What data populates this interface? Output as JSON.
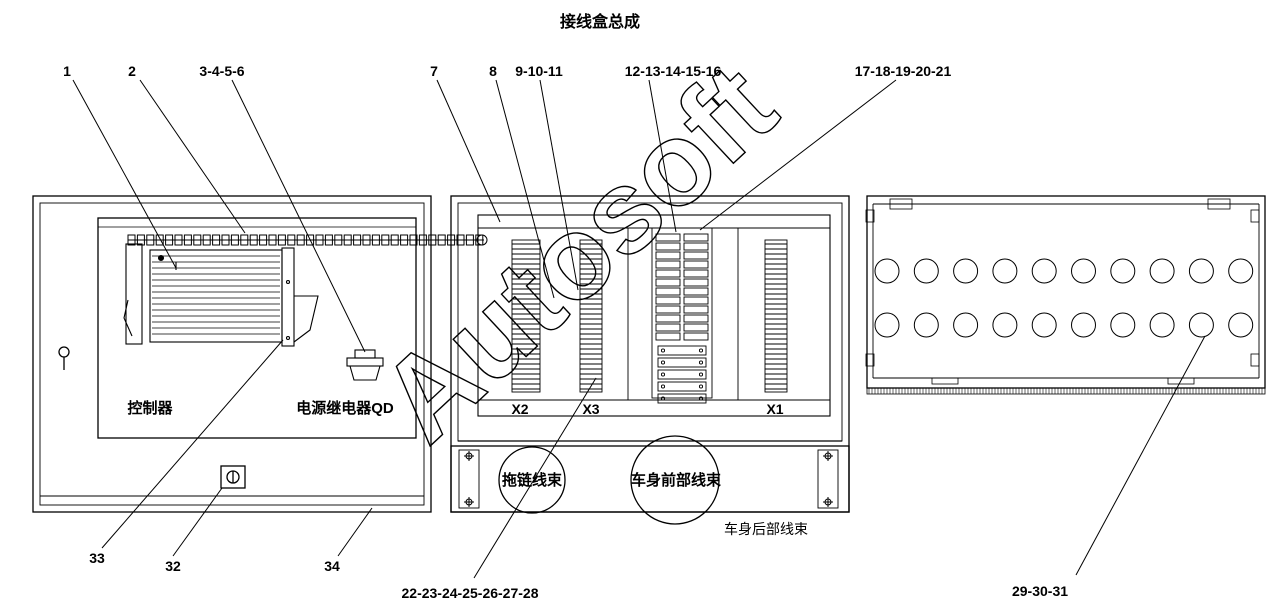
{
  "title": "接线盒总成",
  "callouts": [
    "1",
    "2",
    "3-4-5-6",
    "7",
    "8",
    "9-10-11",
    "12-13-14-15-16",
    "17-18-19-20-21",
    "22-23-24-25-26-27-28",
    "29-30-31",
    "32",
    "33",
    "34"
  ],
  "component_labels": {
    "controller": "控制器",
    "power_relay": "电源继电器QD",
    "terminal_x1": "X1",
    "terminal_x2": "X2",
    "terminal_x3": "X3",
    "harness_hinge": "拖链线束",
    "harness_front": "车身前部线束",
    "harness_rear": "车身后部线束"
  },
  "watermark": "Autosoft"
}
